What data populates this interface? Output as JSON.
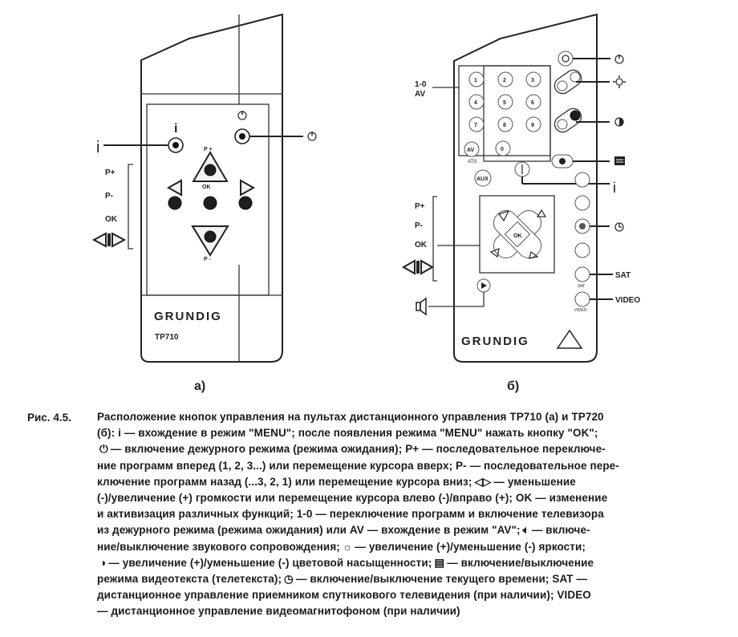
{
  "figure": {
    "remote_a": {
      "brand": "GRUNDIG",
      "model": "TP710",
      "label_i": "i",
      "label_p_plus": "P +",
      "label_p_minus": "P -",
      "label_ok": "OK",
      "side_p_plus": "P+",
      "side_p_minus": "P-",
      "side_ok": "OK"
    },
    "remote_b": {
      "brand": "GRUNDIG",
      "label_1_0": "1-0",
      "label_av": "AV",
      "label_i": "i",
      "label_sat": "SAT",
      "label_video": "VIDEO",
      "label_ok": "OK",
      "side_p_plus": "P+",
      "side_p_minus": "P-",
      "side_ok": "OK",
      "digits": [
        "1",
        "2",
        "3",
        "4",
        "5",
        "6",
        "7",
        "8",
        "9",
        "0"
      ],
      "aux_label": "AUX",
      "av_small": "AV",
      "ats": "ATS",
      "sat_small": "SAT",
      "video_small": "VIDEO"
    },
    "caption_a": "а)",
    "caption_b": "б)"
  },
  "caption": {
    "fig_label": "Рис. 4.5.",
    "lines": [
      "Расположение кнопок управления на пультах дистанционного управления TP710 (а) и TP720",
      "(б): i — вхождение в режим \"MENU\"; после появления режима \"MENU\" нажать кнопку \"OK\";",
      "— включение дежурного режима (режима ожидания); P+ — последовательное переключе-",
      "ние программ вперед (1, 2, 3...) или перемещение курсора вверх; P- — последовательное пере-",
      "ключение программ назад (...3, 2, 1) или перемещение курсора вниз;",
      "— уменьшение",
      "(-)/увеличение (+) громкости или перемещение курсора влево (-)/вправо (+); OK — изменение",
      "и активизация различных функций; 1-0 — переключение программ и включение телевизора",
      "из дежурного режима (режима ожидания) или AV — вхождение в режим \"AV\";",
      "— включе-",
      "ние/выключение звукового сопровождения;",
      "— увеличение (+)/уменьшение (-) яркости;",
      "— увеличение (+)/уменьшение (-) цветовой насыщенности;",
      "— включение/выключение",
      "режима видеотекста (телетекста);",
      "— включение/выключение текущего времени; SAT —",
      "дистанционное управление приемником спутникового телевидения (при наличии); VIDEO",
      "— дистанционное управление видеомагнитофоном (при наличии)"
    ]
  }
}
